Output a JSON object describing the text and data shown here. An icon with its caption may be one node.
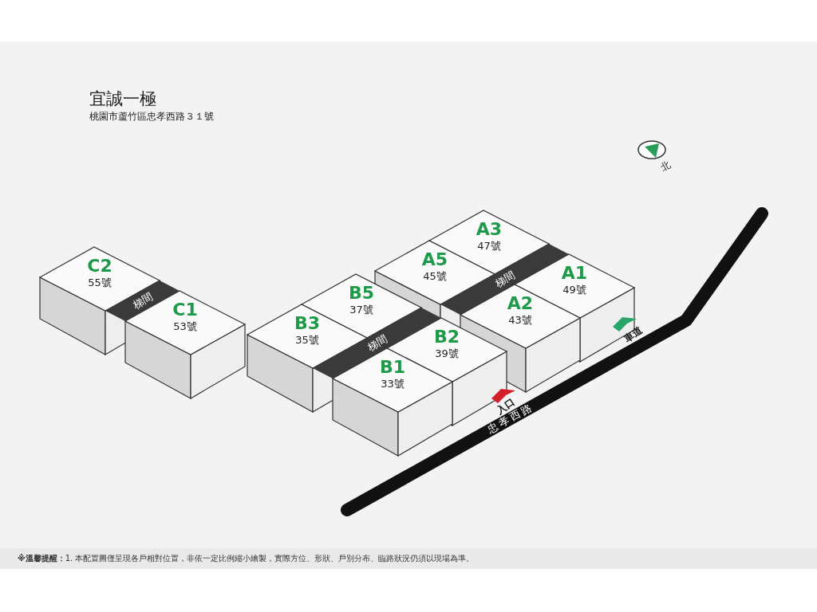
{
  "diagram": {
    "title": "宜誠一極",
    "nodes": [
      {
        "text": [
          "C2",
          "55號"
        ]
      },
      {
        "text": [
          "梯間"
        ]
      },
      {
        "text": [
          "C1",
          "53號"
        ]
      },
      {
        "text": [
          "A3",
          "47號"
        ]
      },
      {
        "text": [
          "A5",
          "45號"
        ]
      },
      {
        "text": [
          "梯間"
        ]
      },
      {
        "text": [
          "A1",
          "49號"
        ]
      },
      {
        "text": [
          "B5",
          "37號"
        ]
      },
      {
        "text": [
          "A2",
          "43號"
        ]
      },
      {
        "text": [
          "B3",
          "35號"
        ]
      },
      {
        "text": [
          "梯間"
        ]
      },
      {
        "text": [
          "B2",
          "39號"
        ]
      },
      {
        "text": [
          "B1",
          "33號"
        ]
      }
    ],
    "edges": [],
    "labels": [
      "桃園市蘆竹區忠孝西路３１號",
      "北",
      "車道",
      "入口",
      "忠孝西路",
      "**※溫馨提醒：**1. 本配置圖僅呈現各戶相對位置，非依一定比例縮小繪製，實際方位、形狀、戶別分布、臨路狀況仍須以現場為準。"
    ]
  }
}
